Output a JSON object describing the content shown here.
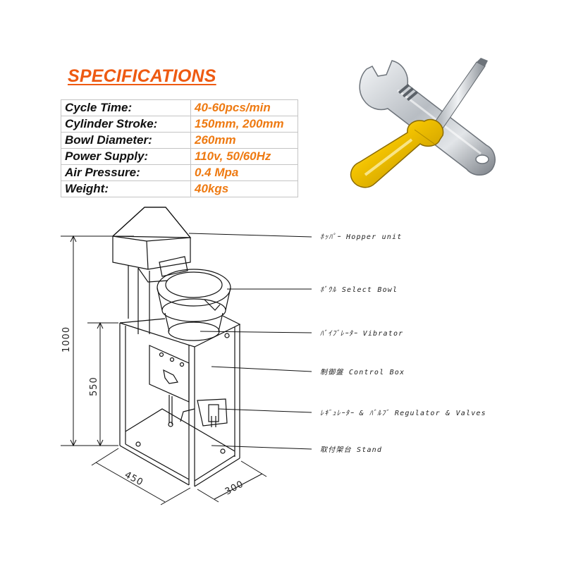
{
  "title": "SPECIFICATIONS",
  "specs": [
    {
      "label": "Cycle Time:",
      "value": "40-60pcs/min"
    },
    {
      "label": "Cylinder Stroke:",
      "value": "150mm, 200mm"
    },
    {
      "label": "Bowl Diameter:",
      "value": "260mm"
    },
    {
      "label": "Power Supply:",
      "value": "110v, 50/60Hz"
    },
    {
      "label": "Air Pressure:",
      "value": "0.4 Mpa"
    },
    {
      "label": "Weight:",
      "value": "40kgs"
    }
  ],
  "callouts": [
    "ﾎｯﾊﾟｰ Hopper unit",
    "ﾎﾞｳﾙ Select Bowl",
    "ﾊﾞｲﾌﾞﾚｰﾀｰ Vibrator",
    "制御盤 Control Box",
    "ﾚｷﾞｭﾚｰﾀｰ & ﾊﾞﾙﾌﾞ Regulator & Valves",
    "取付架台 Stand"
  ],
  "dimensions": {
    "total_height": "1000",
    "stand_height": "550",
    "width": "450",
    "depth": "300"
  },
  "icons": [
    "wrench-icon",
    "screwdriver-icon"
  ],
  "colors": {
    "accent": "#ee5a12",
    "value_text": "#ee7a12",
    "screwdriver_handle": "#f2c200"
  }
}
